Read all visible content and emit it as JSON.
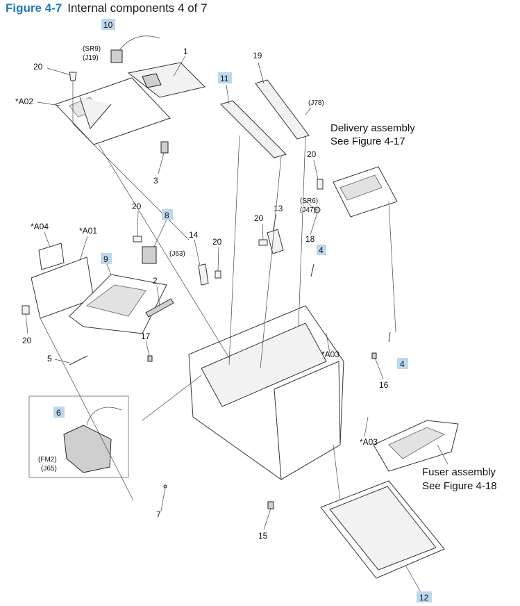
{
  "header": {
    "figure_number": "Figure 4-7",
    "figure_title": "Internal components 4 of 7"
  },
  "colors": {
    "figure_blue": "#1f7ab8",
    "callout_highlight": "#bcd8ee"
  },
  "callouts": {
    "c10": "10",
    "sr9": "(SR9)",
    "j19": "(J19)",
    "c1": "1",
    "c20a": "20",
    "a02": "*A02",
    "c3": "3",
    "c19": "19",
    "c11": "11",
    "j78": "(J78)",
    "delivery1": "Delivery assembly",
    "delivery2": "See Figure 4-17",
    "c20b": "20",
    "sr6": "(SR6)",
    "j47": "(J47)",
    "c18": "18",
    "c4a": "4",
    "c13": "13",
    "c20c": "20",
    "c14": "14",
    "c20d": "20",
    "c8": "8",
    "c20e": "20",
    "j63": "(J63)",
    "a04": "*A04",
    "a01": "*A01",
    "c9": "9",
    "c2": "2",
    "c20f": "20",
    "c17": "17",
    "c5": "5",
    "a03a": "*A03",
    "c4b": "4",
    "c16": "16",
    "c6": "6",
    "fm2": "(FM2)",
    "j65": "(J65)",
    "a03b": "*A03",
    "fuser1": "Fuser assembly",
    "fuser2": "See Figure 4-18",
    "c7": "7",
    "c15": "15",
    "c12": "12"
  }
}
